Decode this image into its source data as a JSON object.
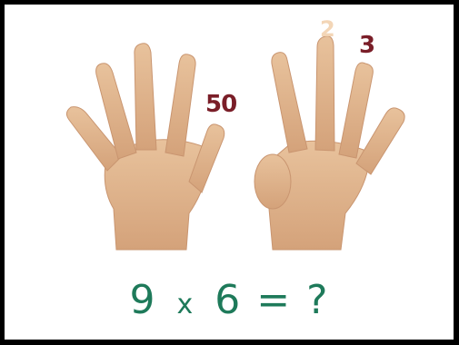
{
  "labels": {
    "left_hand": "50",
    "right_hand": "3"
  },
  "equation": {
    "left": "9",
    "operator": "x",
    "right": "6",
    "equals": "=",
    "question": "?"
  },
  "colors": {
    "skin": "#e0b38a",
    "skin_shadow": "#c99570",
    "label": "#7a1e28",
    "equation": "#1e7a5a",
    "border": "#000000"
  }
}
